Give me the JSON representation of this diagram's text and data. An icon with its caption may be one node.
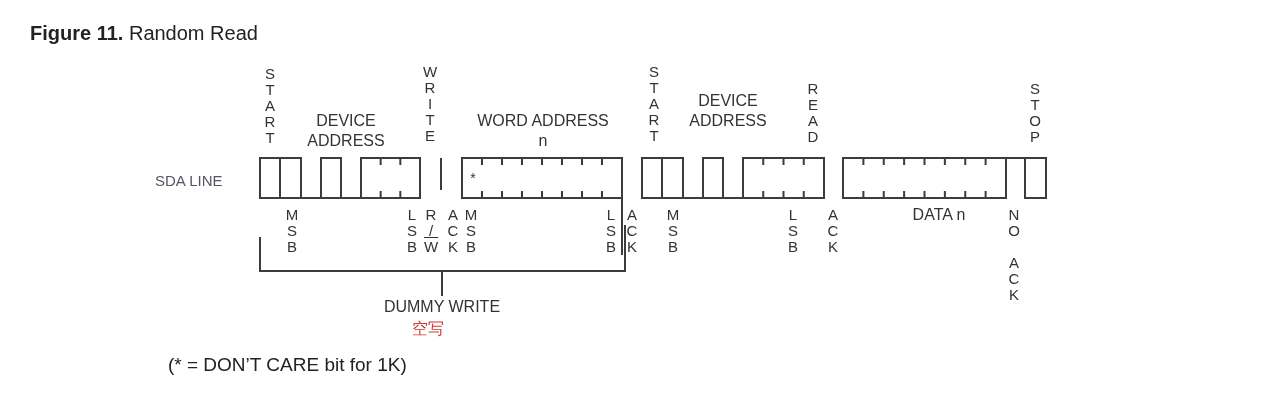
{
  "diagram": {
    "title": "**Figure 11.** Random Read",
    "labels": [
      "START",
      "DEVICE ADDRESS",
      "WRITE",
      "WORD ADDRESS n",
      "START",
      "DEVICE ADDRESS",
      "READ",
      "STOP",
      "SDA LINE",
      "*",
      "MSB",
      "LSB",
      "R/W",
      "ACK",
      "MSB",
      "LSB",
      "ACK",
      "MSB",
      "LSB",
      "ACK",
      "DATA n",
      "NO ACK",
      "DUMMY WRITE",
      "空写",
      "(* = DON’T CARE bit for 1K)"
    ]
  }
}
